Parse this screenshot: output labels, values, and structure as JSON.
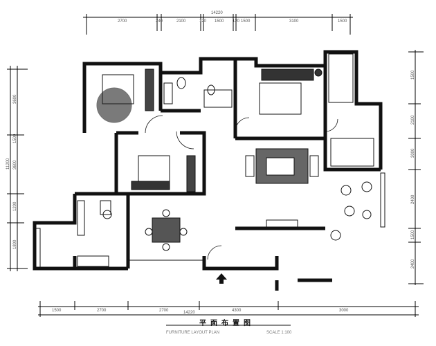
{
  "drawing": {
    "title": "平面布置图",
    "subtitle": "FURNITURE LAYOUT PLAN",
    "scale": "SCALE 1:100"
  },
  "dimensions": {
    "top_total": "14220",
    "top_segments": [
      "2700",
      "240",
      "2100",
      "120",
      "1500",
      "120",
      "1500",
      "3100",
      "1500"
    ],
    "bottom_total": "14220",
    "bottom_segments": [
      "1500",
      "2700",
      "2700",
      "4300",
      "3000"
    ],
    "left_total": "11200",
    "left_segments": [
      "3600",
      "1500",
      "3600",
      "1200",
      "1800"
    ],
    "right_segments": [
      "1500",
      "2100",
      "3000",
      "2400",
      "1500",
      "2400"
    ]
  }
}
